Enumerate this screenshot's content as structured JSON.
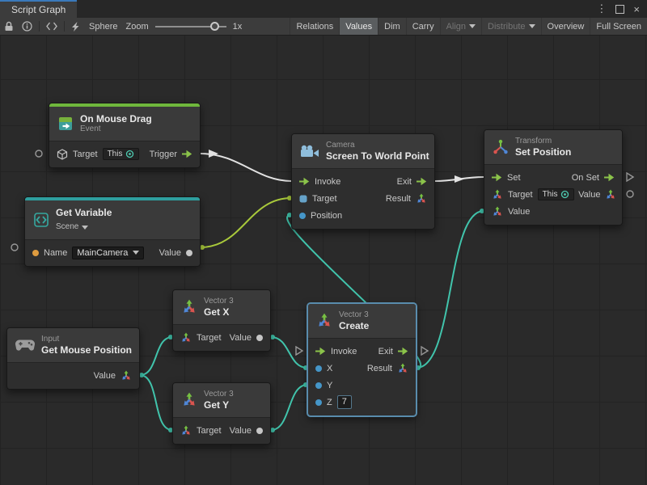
{
  "window": {
    "tab": "Script Graph",
    "controls": {
      "menu": "⋮",
      "close": "×"
    }
  },
  "toolbar": {
    "object": "Sphere",
    "zoom_label": "Zoom",
    "zoom_value": "1x",
    "buttons": [
      "Relations",
      "Values",
      "Dim",
      "Carry",
      "Align",
      "Distribute",
      "Overview",
      "Full Screen"
    ],
    "active_button": "Values",
    "disabled_buttons": [
      "Align",
      "Distribute"
    ]
  },
  "nodes": {
    "on_mouse_drag": {
      "title": "On Mouse Drag",
      "subtitle": "Event",
      "target_label": "Target",
      "target_value": "This",
      "trigger_label": "Trigger"
    },
    "screen_to_world_point": {
      "category": "Camera",
      "title": "Screen To World Point",
      "invoke": "Invoke",
      "exit": "Exit",
      "target": "Target",
      "result": "Result",
      "position": "Position"
    },
    "set_position": {
      "category": "Transform",
      "title": "Set Position",
      "set": "Set",
      "on_set": "On Set",
      "target": "Target",
      "target_value": "This",
      "value_in": "Value",
      "value_out": "Value"
    },
    "get_variable": {
      "title": "Get Variable",
      "scope": "Scene",
      "name_label": "Name",
      "name_value": "MainCamera",
      "value_label": "Value"
    },
    "get_x": {
      "category": "Vector 3",
      "title": "Get X",
      "target": "Target",
      "value": "Value"
    },
    "get_y": {
      "category": "Vector 3",
      "title": "Get Y",
      "target": "Target",
      "value": "Value"
    },
    "get_mouse_position": {
      "category": "Input",
      "title": "Get Mouse Position",
      "value": "Value"
    },
    "create": {
      "category": "Vector 3",
      "title": "Create",
      "invoke": "Invoke",
      "exit": "Exit",
      "x": "X",
      "y": "Y",
      "z": "Z",
      "z_value": "7",
      "result": "Result"
    }
  },
  "colors": {
    "event_accent": "#6FB73C",
    "variable_accent": "#2E9E9E",
    "flow_edge": "#E2E2E2",
    "value_edge": "#41C4AC",
    "object_edge": "#A9C93B",
    "selection": "#598CAD",
    "flow_port": "#8BC34A"
  }
}
